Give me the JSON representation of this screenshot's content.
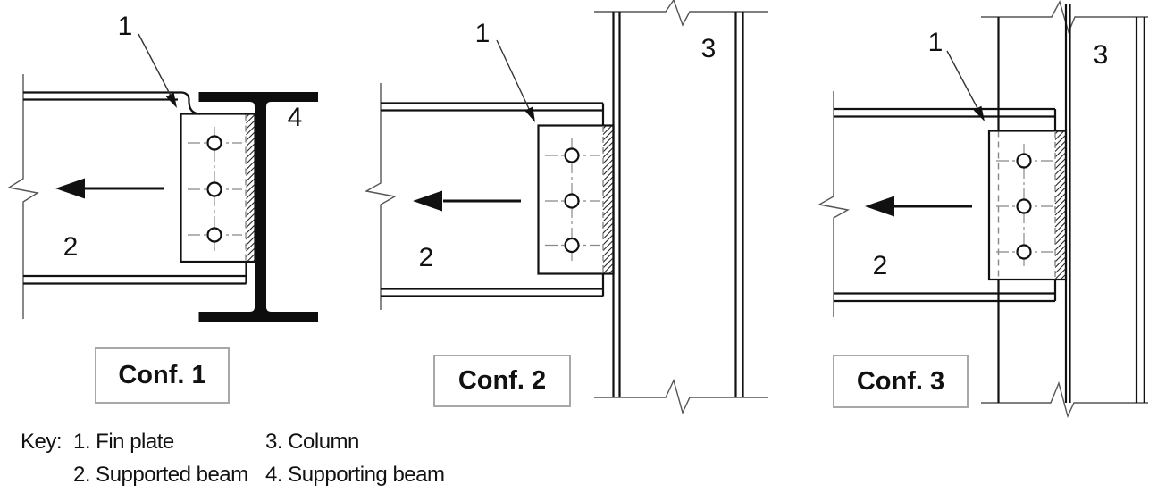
{
  "figure": {
    "configurations": [
      {
        "caption": "Conf. 1",
        "callouts": {
          "fin_plate": "1",
          "supported_beam": "2",
          "support": "4"
        }
      },
      {
        "caption": "Conf. 2",
        "callouts": {
          "fin_plate": "1",
          "supported_beam": "2",
          "support": "3"
        }
      },
      {
        "caption": "Conf. 3",
        "callouts": {
          "fin_plate": "1",
          "supported_beam": "2",
          "support": "3"
        }
      }
    ],
    "key": {
      "label": "Key:",
      "items": [
        "1. Fin plate",
        "2. Supported beam",
        "3. Column",
        "4. Supporting beam"
      ]
    },
    "colors": {
      "line": "#111111",
      "break_line": "#555555",
      "hidden_line": "#888888",
      "box_border": "#a8a8a8",
      "background": "#ffffff"
    }
  }
}
